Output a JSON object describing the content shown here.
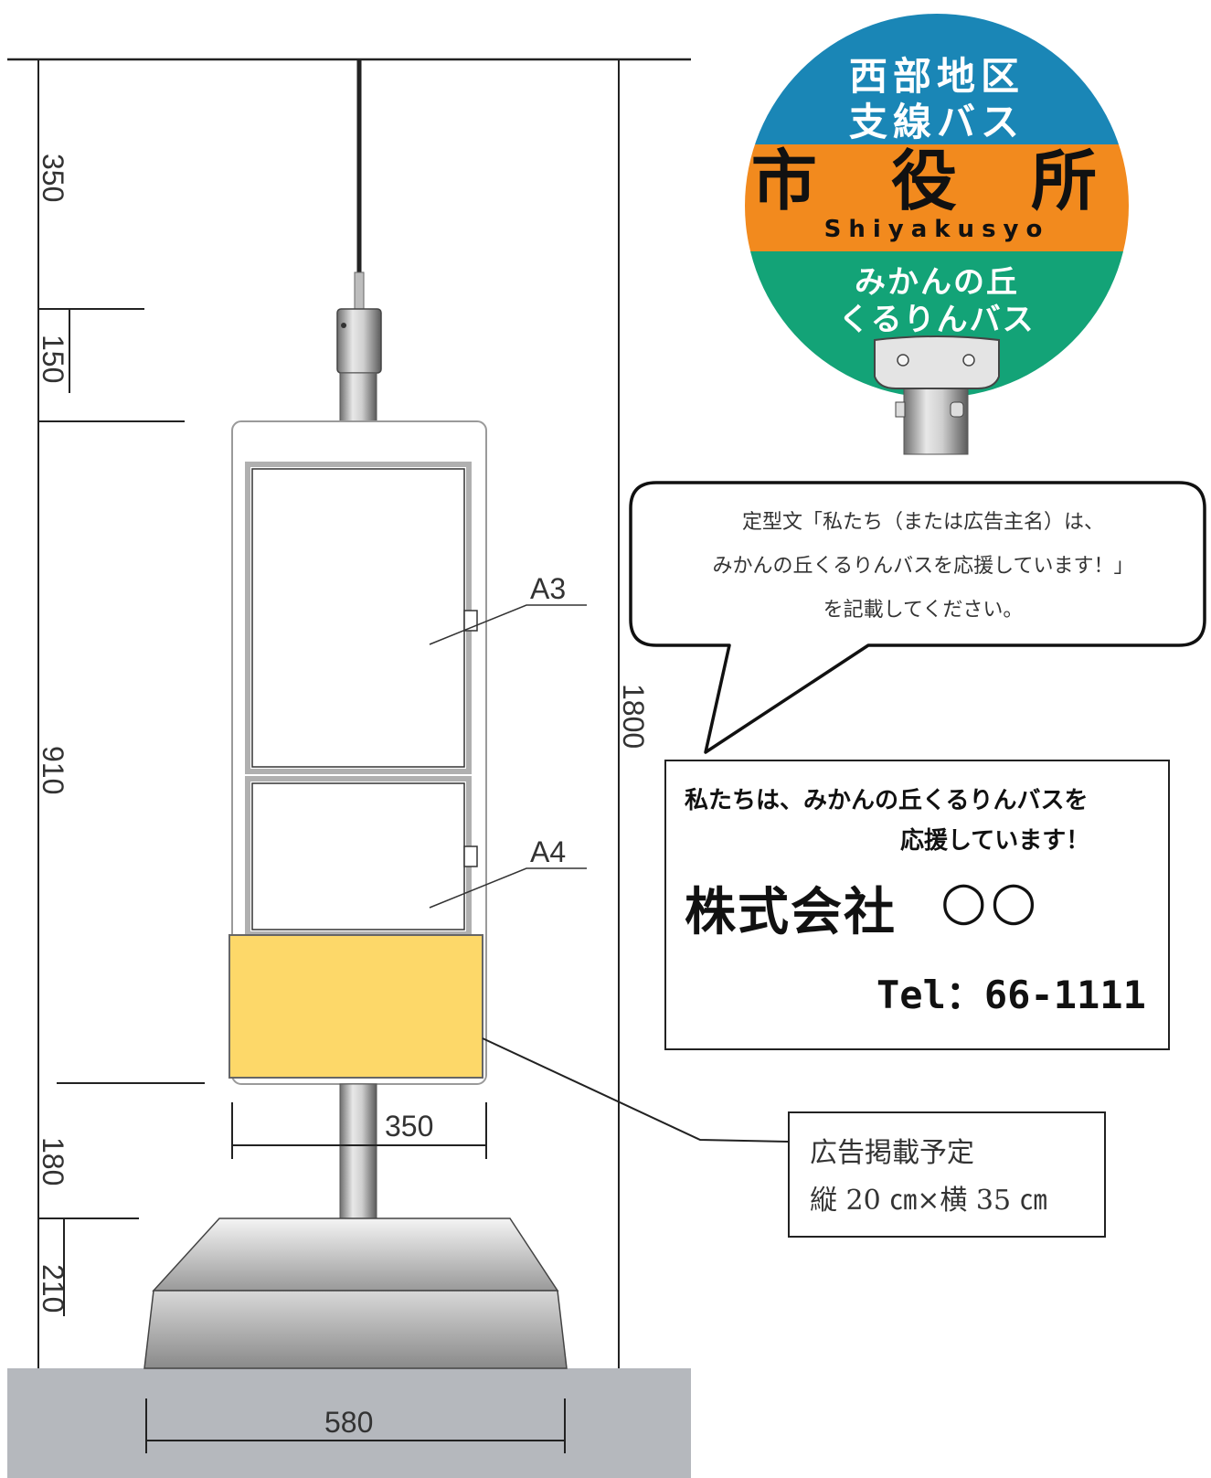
{
  "dimensions": {
    "left": [
      "350",
      "150",
      "910",
      "180",
      "210"
    ],
    "right_total": "1800",
    "frame_width": "350",
    "base_width": "580"
  },
  "panel_labels": {
    "upper": "A3",
    "lower": "A4"
  },
  "sign": {
    "top_line1": "西部地区",
    "top_line2": "支線バス",
    "stop_name": "市 役 所",
    "stop_name_roman": "Shiyakusyo",
    "bottom_line1": "みかんの丘",
    "bottom_line2": "くるりんバス",
    "colors": {
      "top": "#1a86b6",
      "middle": "#f28a1e",
      "bottom": "#13a377"
    }
  },
  "speech_bubble": {
    "line1": "定型文「私たち（または広告主名）は、",
    "line2": "みかんの丘くるりんバスを応援しています！」",
    "line3": "を記載してください。"
  },
  "ad_example": {
    "line1": "私たちは、みかんの丘くるりんバスを",
    "line2": "応援しています！",
    "company": "株式会社",
    "company_name": "○○",
    "tel": "Tel：66-1111"
  },
  "ad_space_note": {
    "line1": "広告掲載予定",
    "line2": "縦 20 ㎝×横 35 ㎝"
  },
  "colors": {
    "ad_panel": "#fdd869",
    "ground": "#b5b8bd"
  }
}
